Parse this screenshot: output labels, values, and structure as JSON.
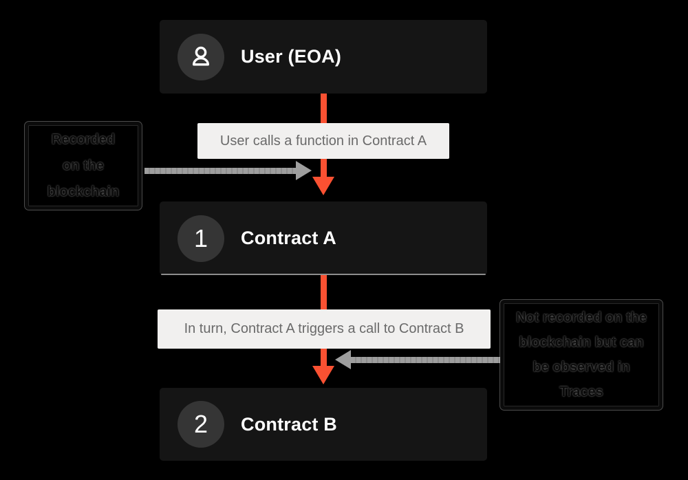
{
  "diagram": {
    "nodes": {
      "user": {
        "title": "User (EOA)",
        "badge_icon": "user-icon"
      },
      "contract_a": {
        "title": "Contract A",
        "badge": "1"
      },
      "contract_b": {
        "title": "Contract B",
        "badge": "2"
      }
    },
    "edge_labels": {
      "call_1": "User calls a function in Contract A",
      "call_2": "In turn, Contract A triggers a call to Contract B"
    },
    "notes": {
      "left": {
        "lines": [
          "Recorded",
          "on the",
          "blockchain"
        ]
      },
      "right": {
        "lines": [
          "Not recorded on the",
          "blockchain but can",
          "be observed in",
          "Traces"
        ]
      }
    },
    "colors": {
      "background": "#000000",
      "node_fill": "#151515",
      "badge_fill": "#353535",
      "title_text": "#ffffff",
      "label_fill": "#f1f0ef",
      "label_text": "#6a6a6a",
      "arrow_orange": "#fa5132",
      "arrow_gray": "#9e9e9e",
      "contract_a_underline": "#8d8d8d"
    }
  }
}
